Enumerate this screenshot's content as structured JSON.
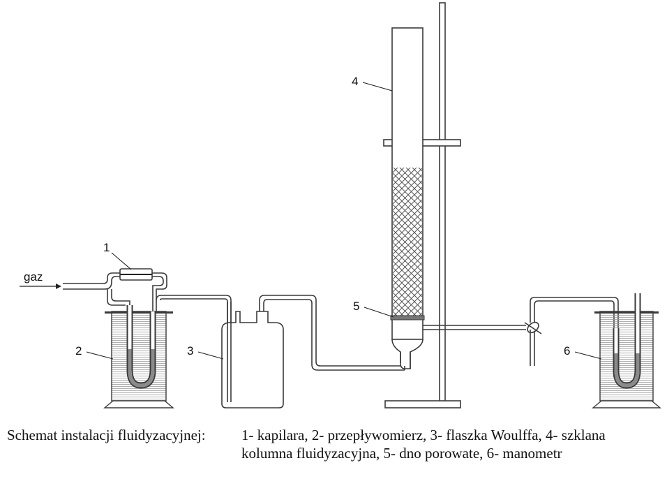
{
  "labels": {
    "gas": "gaz",
    "n1": "1",
    "n2": "2",
    "n3": "3",
    "n4": "4",
    "n5": "5",
    "n6": "6"
  },
  "caption": {
    "heading": "Schemat instalacji fluidyzacyjnej:",
    "body": "1- kapilara, 2- przepływomierz, 3- flaszka Woulffa, 4- szklana kolumna fluidyzacyjna, 5- dno porowate, 6- manometr"
  },
  "colors": {
    "liquid": "#8a8a8a",
    "line": "#3a3a3a"
  }
}
